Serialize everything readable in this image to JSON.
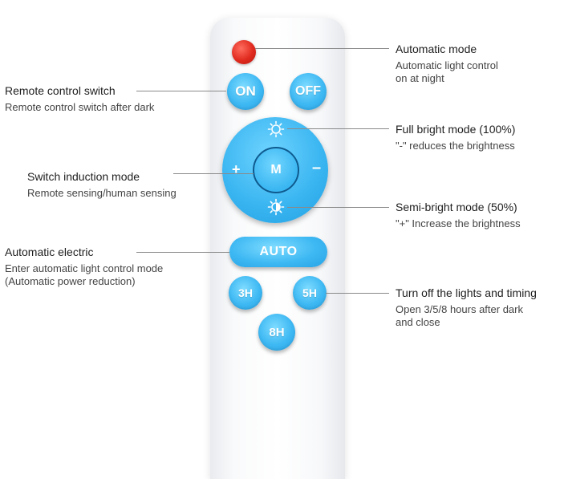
{
  "remote": {
    "buttons": {
      "on": "ON",
      "off": "OFF",
      "mode": "M",
      "plus": "+",
      "minus": "–",
      "auto": "AUTO",
      "timer_3h": "3H",
      "timer_5h": "5H",
      "timer_8h": "8H"
    },
    "colors": {
      "button_blue": "#3fb9f3",
      "led_red": "#e02b1f",
      "body": "#ffffff"
    },
    "icons": {
      "full_bright": "sun-full-icon",
      "semi_bright": "sun-half-icon"
    }
  },
  "callouts": {
    "remote_switch": {
      "title": "Remote control switch",
      "desc": "Remote control switch after dark"
    },
    "induction": {
      "title": "Switch induction mode",
      "desc": "Remote sensing/human sensing"
    },
    "auto_electric": {
      "title": "Automatic electric",
      "desc1": "Enter automatic light control mode",
      "desc2": "(Automatic power reduction)"
    },
    "automatic_mode": {
      "title": "Automatic mode",
      "desc1": "Automatic light control",
      "desc2": "on at night"
    },
    "full_bright": {
      "title": "Full bright mode (100%)",
      "desc": "\"-\" reduces the brightness"
    },
    "semi_bright": {
      "title": "Semi-bright mode (50%)",
      "desc": "\"+\" Increase the brightness"
    },
    "timing": {
      "title": "Turn off the lights and timing",
      "desc1": "Open 3/5/8 hours after dark",
      "desc2": "and close"
    }
  }
}
